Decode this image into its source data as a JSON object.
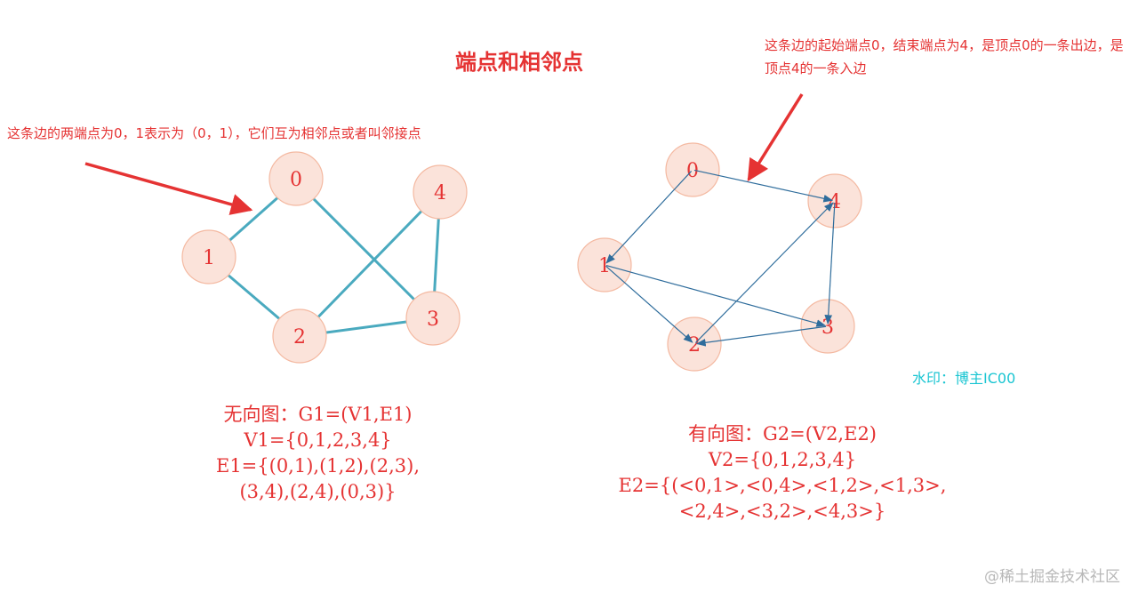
{
  "title": "端点和相邻点",
  "annotations": {
    "undirected_edge_note": "这条边的两端点为0，1表示为（0，1），它们互为相邻点或者叫邻接点",
    "directed_edge_note": "这条边的起始端点0，结束端点为4，是顶点0的一条出边，是顶点4的一条入边"
  },
  "watermark_text": "水印：博主IC00",
  "corner_watermark": "@稀土掘金技术社区",
  "undirected_graph": {
    "nodes": [
      "0",
      "1",
      "2",
      "3",
      "4"
    ],
    "edges": [
      [
        "0",
        "1"
      ],
      [
        "1",
        "2"
      ],
      [
        "2",
        "3"
      ],
      [
        "3",
        "4"
      ],
      [
        "2",
        "4"
      ],
      [
        "0",
        "3"
      ]
    ],
    "caption": {
      "line1": "无向图：G1=(V1,E1)",
      "line2": "V1={0,1,2,3,4}",
      "line3": "E1={(0,1),(1,2),(2,3),",
      "line4": "(3,4),(2,4),(0,3)}"
    }
  },
  "directed_graph": {
    "nodes": [
      "0",
      "1",
      "2",
      "3",
      "4"
    ],
    "edges": [
      [
        "0",
        "1"
      ],
      [
        "0",
        "4"
      ],
      [
        "1",
        "2"
      ],
      [
        "1",
        "3"
      ],
      [
        "2",
        "4"
      ],
      [
        "3",
        "2"
      ],
      [
        "4",
        "3"
      ]
    ],
    "caption": {
      "line1": "有向图：G2=(V2,E2)",
      "line2": "V2={0,1,2,3,4}",
      "line3": "E2={(<0,1>,<0,4>,<1,2>,<1,3>,",
      "line4": "<2,4>,<3,2>,<4,3>}"
    }
  },
  "colors": {
    "accent_red": "#e53333",
    "node_fill": "#fbe3da",
    "node_stroke": "#f4b9a1",
    "undirected_edge": "#4aaabf",
    "directed_edge": "#2f6d9c",
    "watermark": "#19c5d2"
  }
}
